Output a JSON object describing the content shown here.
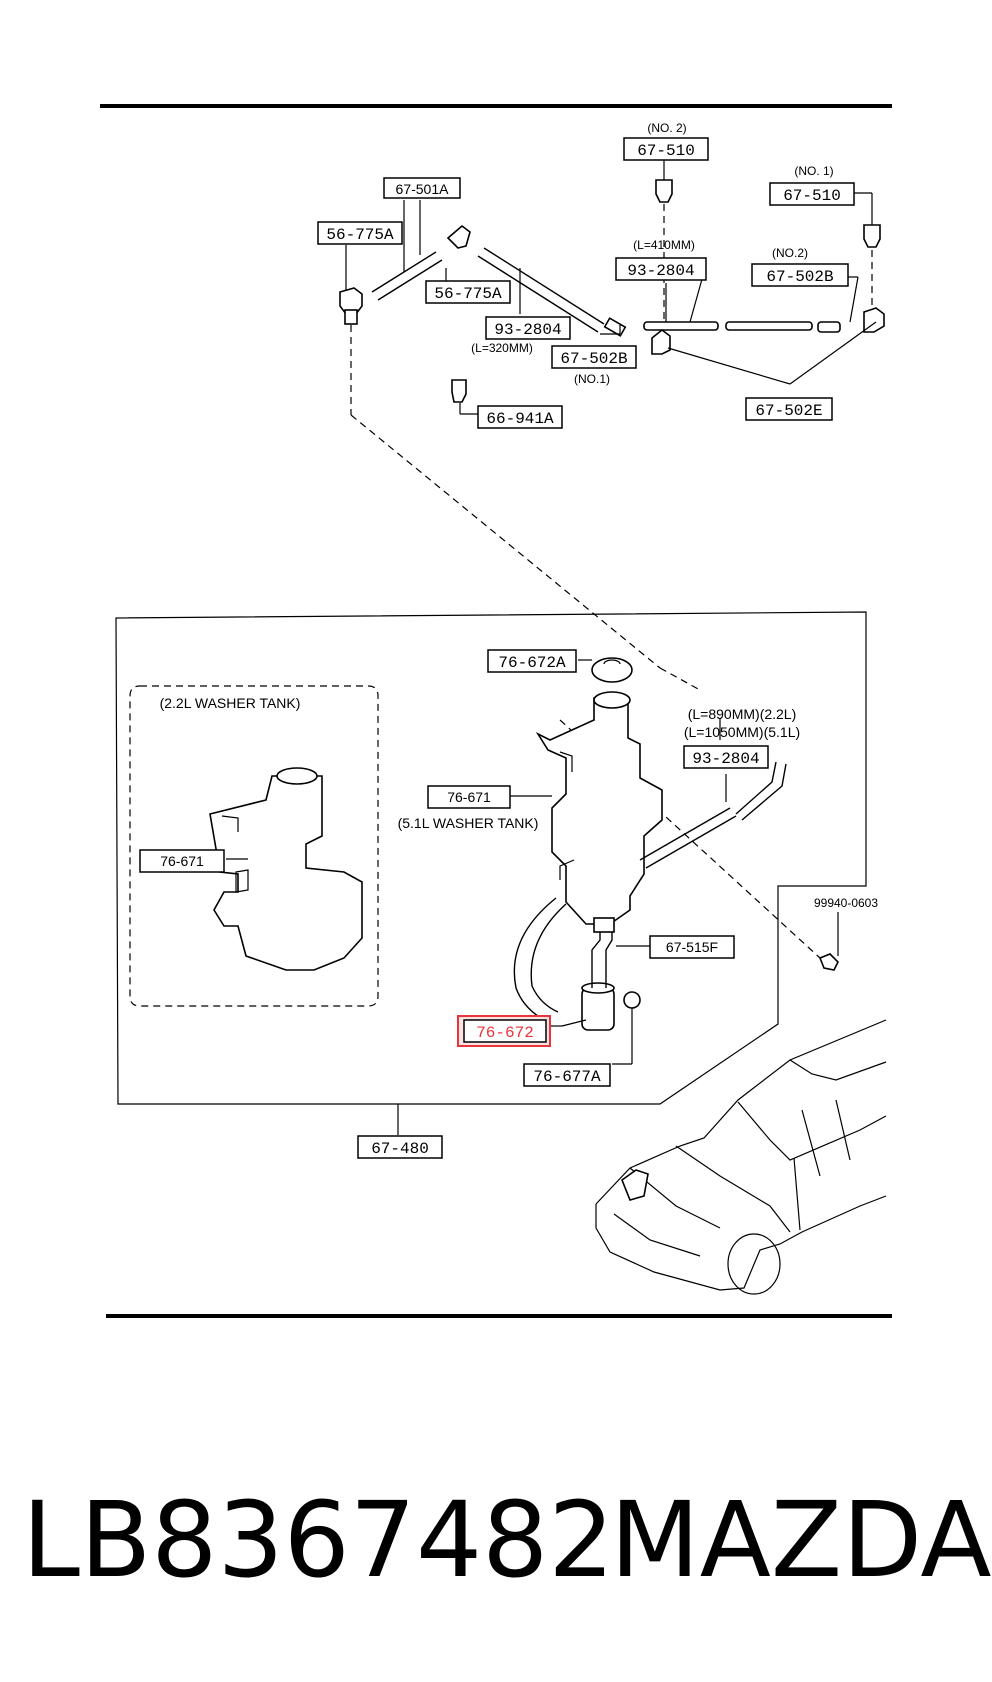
{
  "diagram": {
    "callouts": {
      "c_67_510_no2": "67-510",
      "c_67_501a": "67-501A",
      "c_67_510_no1": "67-510",
      "c_56_775a_left": "56-775A",
      "c_93_2804_top": "93-2804",
      "c_67_502b_no2": "67-502B",
      "c_56_775a_mid": "56-775A",
      "c_93_2804_mid": "93-2804",
      "c_67_502b_no1": "67-502B",
      "c_67_502e": "67-502E",
      "c_66_941a": "66-941A",
      "c_76_672a": "76-672A",
      "c_93_2804_tank": "93-2804",
      "c_76_671_big": "76-671",
      "c_76_671_small": "76-671",
      "c_67_515f": "67-515F",
      "c_76_672": "76-672",
      "c_76_677a": "76-677A",
      "c_67_480": "67-480",
      "c_99940": "99940-0603"
    },
    "notes": {
      "no2_top": "(NO. 2)",
      "no1_top": "(NO. 1)",
      "l410": "(L=410MM)",
      "no2_mid": "(NO.2)",
      "l320": "(L=320MM)",
      "no1_mid": "(NO.1)",
      "l890": "(L=890MM)(2.2L)",
      "l1050": "(L=1050MM)(5.1L)",
      "tank22": "(2.2L  WASHER TANK)",
      "tank51": "(5.1L  WASHER TANK)"
    },
    "highlight_color": "#e8343a"
  },
  "caption": {
    "part_number": "LB8367482",
    "brand": "MAZDA"
  }
}
